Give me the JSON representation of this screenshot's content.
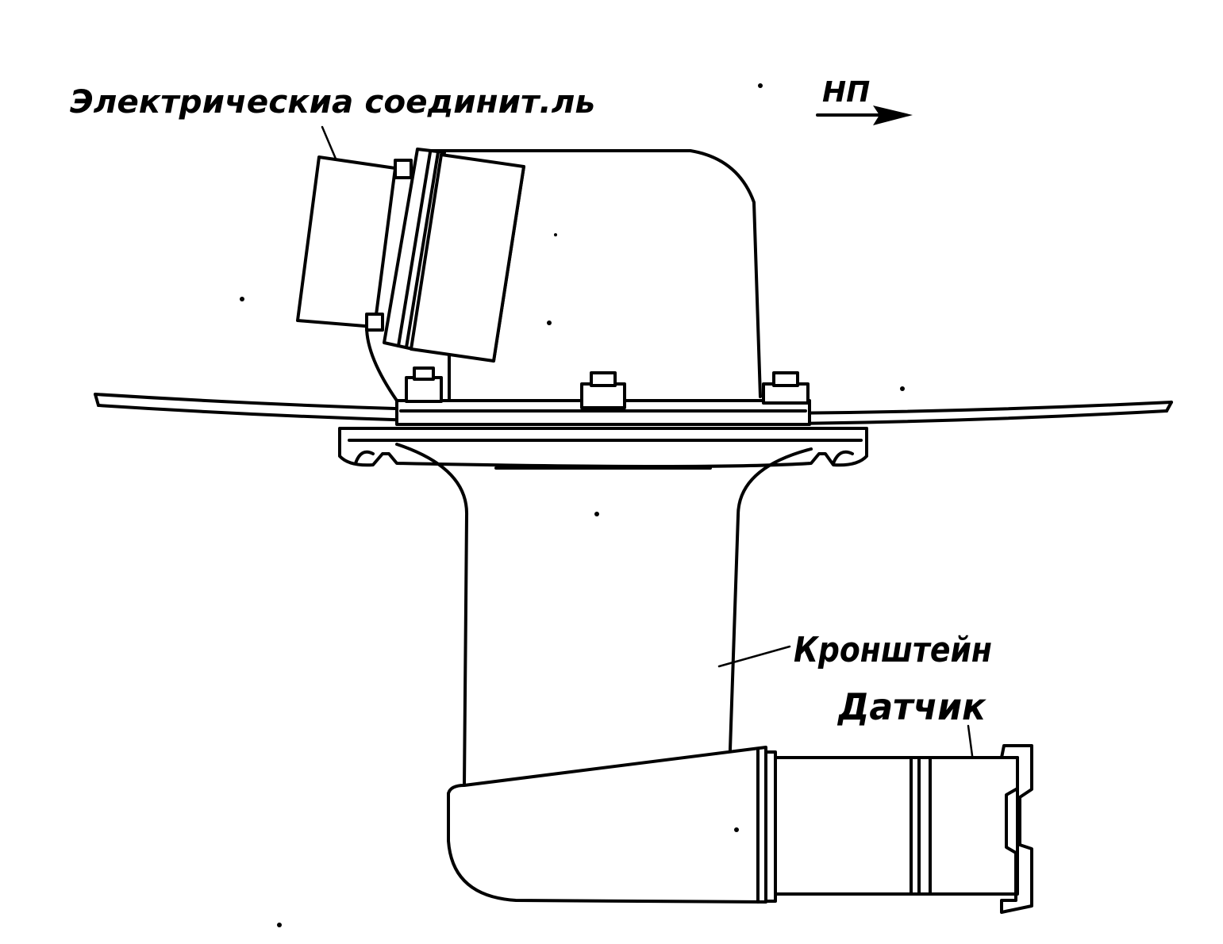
{
  "labels": {
    "connector": "Электрическиа соединит.ль",
    "direction": "НП",
    "bracket": "Кронштейн",
    "sensor": "Датчик"
  },
  "colors": {
    "ink": "#000000",
    "paper": "#ffffff"
  }
}
